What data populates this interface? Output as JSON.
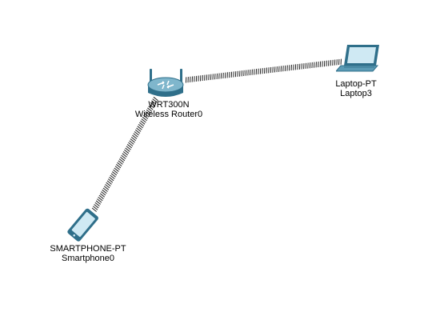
{
  "colors": {
    "link": "#222222",
    "device_blue": "#5b9bb5",
    "device_dark": "#2f6f8a",
    "screen": "#cfe9f3"
  },
  "devices": {
    "router": {
      "icon": "wireless-router-icon",
      "model": "WRT300N",
      "name": "Wireless Router0"
    },
    "laptop": {
      "icon": "laptop-icon",
      "model": "Laptop-PT",
      "name": "Laptop3"
    },
    "smartphone": {
      "icon": "smartphone-icon",
      "model": "SMARTPHONE-PT",
      "name": "Smartphone0"
    }
  },
  "links": [
    {
      "from": "router",
      "to": "laptop",
      "type": "wireless"
    },
    {
      "from": "router",
      "to": "smartphone",
      "type": "wireless"
    }
  ]
}
